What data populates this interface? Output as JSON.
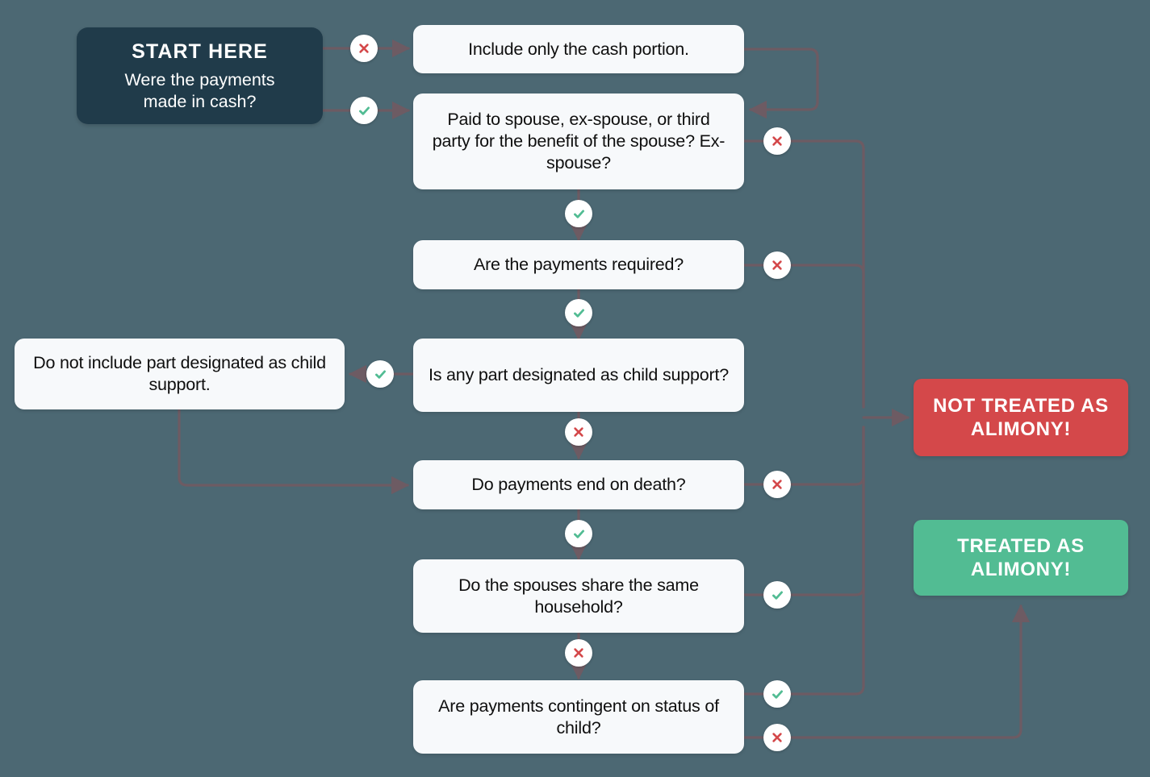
{
  "palette": {
    "background": "#4c6873",
    "start_box": "#203b4a",
    "question_box": "#f7f9fb",
    "question_text": "#0f0f0f",
    "result_no": "#d4484a",
    "result_yes": "#52bc93",
    "connector_line": "#6d5b63",
    "badge_bg": "#ffffff",
    "icon_no": "#d4484a",
    "icon_yes": "#52bc93"
  },
  "start": {
    "title": "START HERE",
    "question": "Were the payments\nmade in cash?",
    "question_line1": "Were the payments",
    "question_line2": "made in cash?"
  },
  "nodes": [
    {
      "id": "cash-portion",
      "text": "Include only the cash portion."
    },
    {
      "id": "paid-to-spouse",
      "text": "Paid to spouse, ex-spouse, or third party for the benefit of the spouse? Ex-spouse?"
    },
    {
      "id": "payments-required",
      "text": "Are the payments required?"
    },
    {
      "id": "child-support-q",
      "text": "Is any part designated as child support?"
    },
    {
      "id": "child-support-note",
      "text": "Do not include part designated as child support."
    },
    {
      "id": "end-on-death",
      "text": "Do payments end on death?"
    },
    {
      "id": "same-household",
      "text": "Do the spouses share the same household?"
    },
    {
      "id": "status-of-child",
      "text": "Are payments contingent on status of child?"
    }
  ],
  "results": {
    "not_alimony": "NOT TREATED AS ALIMONY!",
    "not_alimony_line1": "NOT TREATED AS",
    "not_alimony_line2": "ALIMONY!",
    "alimony": "TREATED AS ALIMONY!",
    "alimony_line1": "TREATED AS",
    "alimony_line2": "ALIMONY!"
  },
  "badges": [
    {
      "id": "b-start-no",
      "icon": "no-icon",
      "from": "start",
      "to": "cash-portion"
    },
    {
      "id": "b-start-yes",
      "icon": "yes-icon",
      "from": "start",
      "to": "paid-to-spouse"
    },
    {
      "id": "b-paid-no",
      "icon": "no-icon",
      "from": "paid-to-spouse",
      "to": "not_alimony"
    },
    {
      "id": "b-paid-yes",
      "icon": "yes-icon",
      "from": "paid-to-spouse",
      "to": "payments-required"
    },
    {
      "id": "b-required-no",
      "icon": "no-icon",
      "from": "payments-required",
      "to": "not_alimony"
    },
    {
      "id": "b-required-yes",
      "icon": "yes-icon",
      "from": "payments-required",
      "to": "child-support-q"
    },
    {
      "id": "b-childsup-yes",
      "icon": "yes-icon",
      "from": "child-support-q",
      "to": "child-support-note"
    },
    {
      "id": "b-childsup-no",
      "icon": "no-icon",
      "from": "child-support-q",
      "to": "end-on-death"
    },
    {
      "id": "b-death-no",
      "icon": "no-icon",
      "from": "end-on-death",
      "to": "not_alimony"
    },
    {
      "id": "b-death-yes",
      "icon": "yes-icon",
      "from": "end-on-death",
      "to": "same-household"
    },
    {
      "id": "b-household-yes",
      "icon": "yes-icon",
      "from": "same-household",
      "to": "not_alimony"
    },
    {
      "id": "b-household-no",
      "icon": "no-icon",
      "from": "same-household",
      "to": "status-of-child"
    },
    {
      "id": "b-status-yes",
      "icon": "yes-icon",
      "from": "status-of-child",
      "to": "not_alimony"
    },
    {
      "id": "b-status-no",
      "icon": "no-icon",
      "from": "status-of-child",
      "to": "alimony"
    }
  ]
}
